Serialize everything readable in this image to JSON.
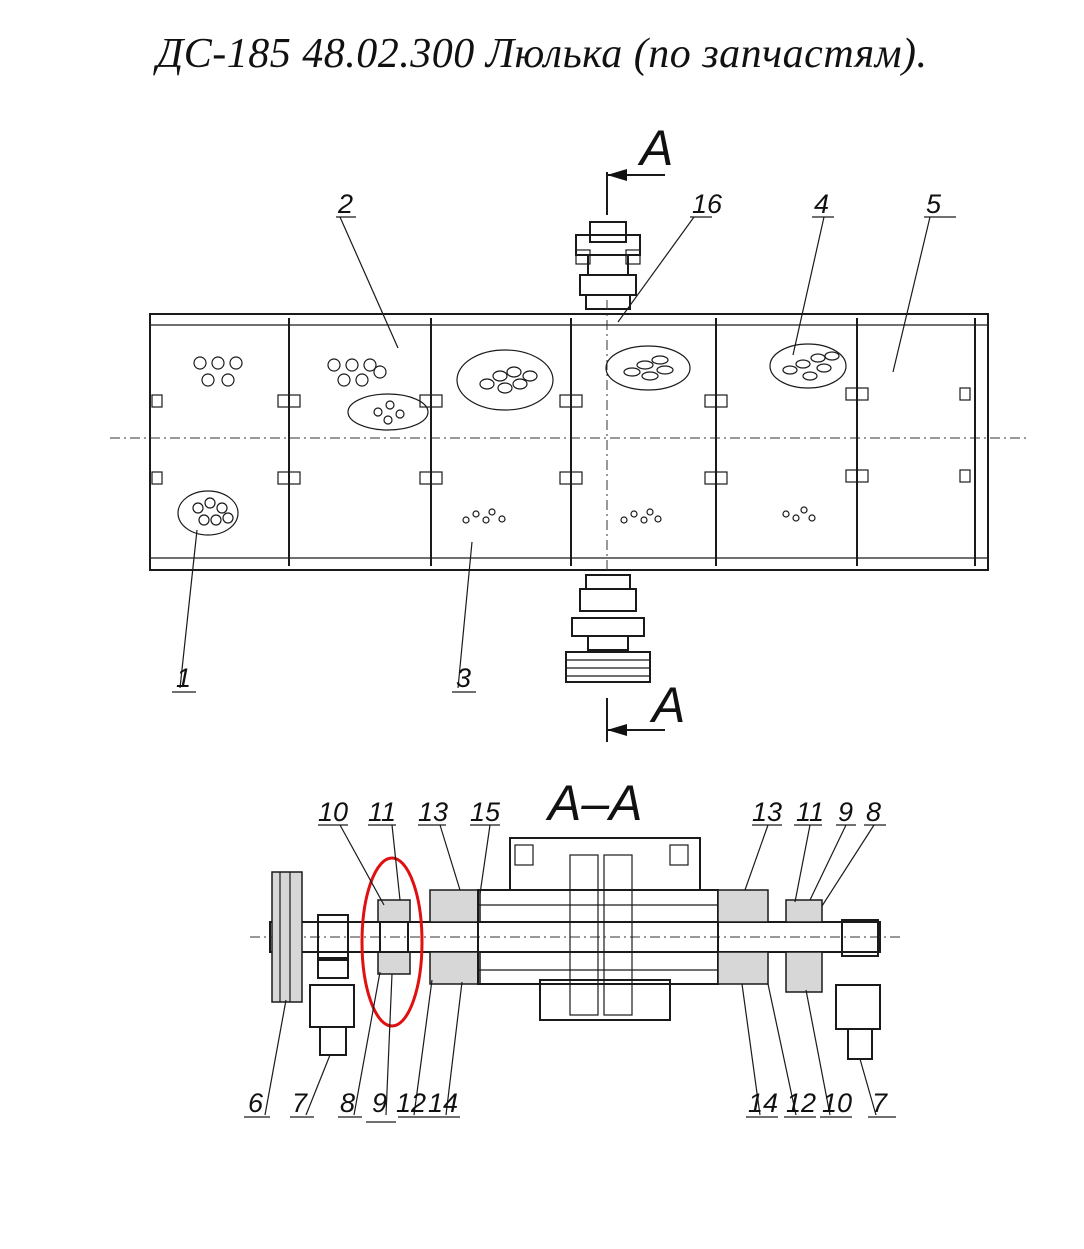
{
  "title": "ДС-185 48.02.300 Люлька (по запчастям).",
  "section_marks": {
    "top": "А",
    "bottom": "А",
    "section_title": "А–А"
  },
  "plan_callouts": [
    "1",
    "2",
    "3",
    "4",
    "5",
    "16"
  ],
  "section_callouts_top_left": [
    "10",
    "11",
    "13",
    "15"
  ],
  "section_callouts_top_right": [
    "13",
    "11",
    "9",
    "8"
  ],
  "section_callouts_bottom_left": [
    "6",
    "7",
    "8",
    "9",
    "12",
    "14"
  ],
  "section_callouts_bottom_right": [
    "14",
    "12",
    "10",
    "7"
  ],
  "highlight": {
    "part": "9",
    "color": "#e01010"
  }
}
